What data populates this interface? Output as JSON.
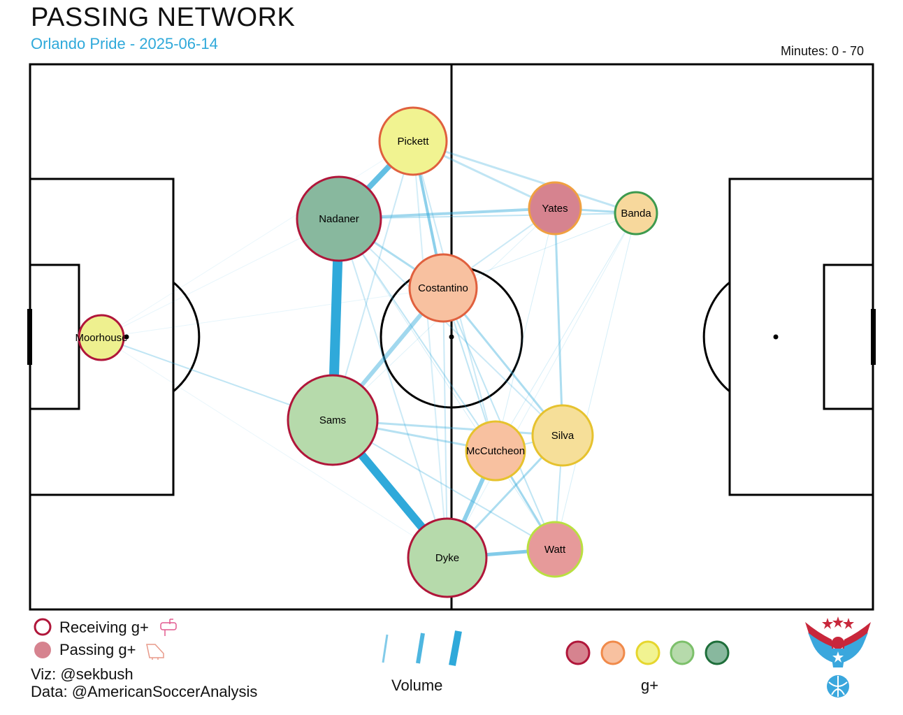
{
  "header": {
    "title": "PASSING NETWORK",
    "subtitle": "Orlando Pride - 2025-06-14",
    "minutes": "Minutes: 0 - 70"
  },
  "players": [
    {
      "name": "Moorhouse",
      "fill": "#eef08f",
      "ring": "#b0163a"
    },
    {
      "name": "Pickett",
      "fill": "#f1f391",
      "ring": "#e0603e"
    },
    {
      "name": "Nadaner",
      "fill": "#88b89e",
      "ring": "#b0163a"
    },
    {
      "name": "Costantino",
      "fill": "#f8c1a0",
      "ring": "#e0603e"
    },
    {
      "name": "Sams",
      "fill": "#b6daab",
      "ring": "#b0163a"
    },
    {
      "name": "Dyke",
      "fill": "#b6daab",
      "ring": "#b0163a"
    },
    {
      "name": "Yates",
      "fill": "#d6838f",
      "ring": "#f0a040"
    },
    {
      "name": "Banda",
      "fill": "#f7d89c",
      "ring": "#3d9a4e"
    },
    {
      "name": "McCutcheon",
      "fill": "#f8c1a0",
      "ring": "#e6c22e"
    },
    {
      "name": "Silva",
      "fill": "#f6df99",
      "ring": "#e6c22e"
    },
    {
      "name": "Watt",
      "fill": "#e69a9a",
      "ring": "#b9e040"
    }
  ],
  "legend": {
    "receiving": "Receiving g+",
    "passing": "Passing g+",
    "volume": "Volume",
    "gplus": "g+",
    "scale_colors": [
      {
        "fill": "#d6838f",
        "ring": "#b0163a"
      },
      {
        "fill": "#f8c1a0",
        "ring": "#f08a4a"
      },
      {
        "fill": "#f1f391",
        "ring": "#e6d62e"
      },
      {
        "fill": "#b6daab",
        "ring": "#7cc06a"
      },
      {
        "fill": "#88b89e",
        "ring": "#1e6e3a"
      }
    ]
  },
  "credits": {
    "viz": "Viz: @sekbush",
    "data": "Data: @AmericanSoccerAnalysis"
  },
  "colors": {
    "pass_line": "#2fa9da",
    "subtitle": "#2fa9da",
    "pitch_line": "#000000",
    "logo_red": "#c8273b",
    "logo_blue": "#3aa7dd"
  }
}
